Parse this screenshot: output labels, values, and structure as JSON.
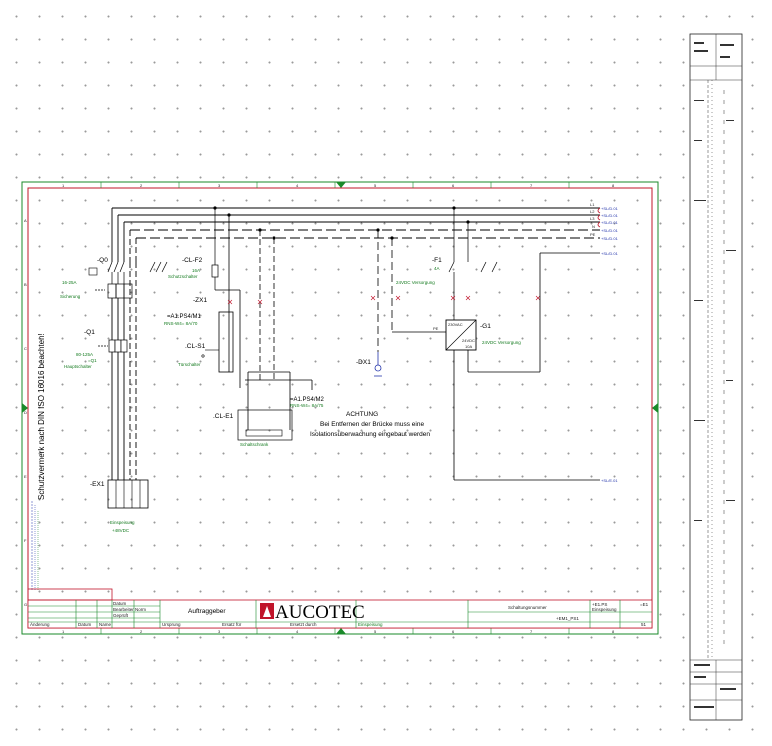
{
  "frame": {
    "column_numbers": [
      "1",
      "2",
      "3",
      "4",
      "5",
      "6",
      "7",
      "8"
    ],
    "row_letters": [
      "A",
      "B",
      "C",
      "D",
      "E",
      "F",
      "G"
    ]
  },
  "bus": {
    "lines": [
      {
        "label": "L1",
        "ref": "+SL/D.01"
      },
      {
        "label": "L2",
        "ref": "+SL/D.01"
      },
      {
        "label": "L3",
        "ref": "+SL/D.01"
      },
      {
        "label": "N",
        "ref": "+SL/D.01"
      },
      {
        "label": "PE",
        "ref": "+SL/D.01"
      }
    ],
    "dc_ref": "+SL/D.01",
    "bottom_ref": "+SL/E.01"
  },
  "components": {
    "q0": {
      "tag": "-Q0",
      "rating": "16-25A",
      "desc": "Sicherung"
    },
    "q1": {
      "tag": "-Q1",
      "rating": "80-125A",
      "subtag": "=Q1",
      "desc": "Hauptschalter"
    },
    "xr1": {
      "tag": "-CL-F2",
      "rating": "16A",
      "desc": "Schutzschalter"
    },
    "zx1": {
      "tag": "-ZX1"
    },
    "a1": {
      "tag": "=A1.PS4/M1",
      "sub": "RNS-W4= 8A/70"
    },
    "cls1": {
      "tag": ".CL-S1",
      "desc": "Türschalter"
    },
    "a2": {
      "tag": "=A1.PS4/M2",
      "sub": "RNS-W4= 8A/75"
    },
    "cle1": {
      "tag": ".CL-E1",
      "desc": "Schaltschrank"
    },
    "f1": {
      "tag": "-F1",
      "rating": "4A",
      "desc": "24VDC Versorgung"
    },
    "g1": {
      "tag": "-G1",
      "in": "230VAC",
      "out": "24VDC",
      "power": "10A",
      "desc": "24VDC Versorgung",
      "pe": "PE"
    },
    "dx1": {
      "tag": "-DX1"
    },
    "ex1": {
      "tag": "-EX1",
      "desc": "Einspeisung",
      "voltage": "+48VDC"
    }
  },
  "note": {
    "title": "ACHTUNG",
    "line1": "Bei Entfernen der Brücke muss eine",
    "line2": "Isolationsüberwachung eingebaut werden"
  },
  "side_text": "Schutzvermerk nach DIN ISO 16016 beachten!",
  "title_block": {
    "client": "Auftraggeber",
    "logo": "AUCOTEC",
    "project": "Einspeisung",
    "drawing": "Schaltungsnummer",
    "page_ref": "+E1.PS",
    "page_sub": "Einspeisung",
    "sheet": "=E1",
    "sheet_no": "51",
    "doc": "+EM1_PS1",
    "small": [
      "Datum",
      "Bearbeiter",
      "Geprüft",
      "Norm"
    ],
    "footer": [
      "Änderung",
      "Datum",
      "Name",
      "Ursprung",
      "Ersatz für",
      "Ersetzt durch"
    ]
  }
}
